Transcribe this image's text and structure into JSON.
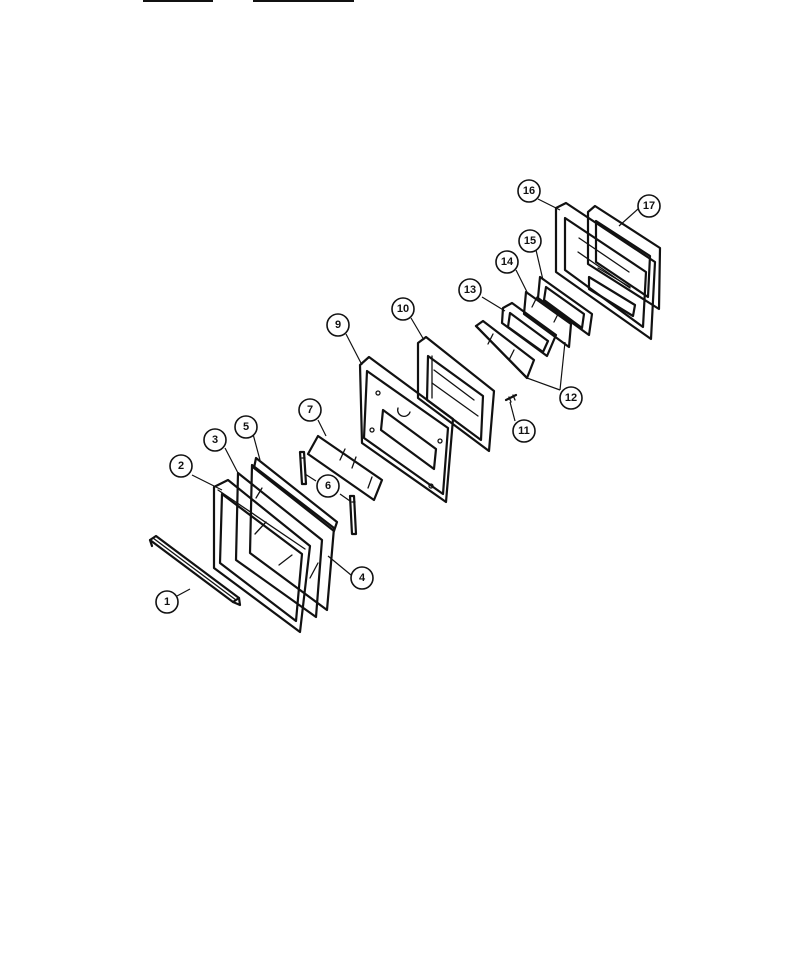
{
  "callouts": [
    {
      "id": "1",
      "label": "1"
    },
    {
      "id": "2",
      "label": "2"
    },
    {
      "id": "3",
      "label": "3"
    },
    {
      "id": "4",
      "label": "4"
    },
    {
      "id": "5",
      "label": "5"
    },
    {
      "id": "6",
      "label": "6"
    },
    {
      "id": "7",
      "label": "7"
    },
    {
      "id": "9",
      "label": "9"
    },
    {
      "id": "10",
      "label": "10"
    },
    {
      "id": "11",
      "label": "11"
    },
    {
      "id": "12",
      "label": "12"
    },
    {
      "id": "13",
      "label": "13"
    },
    {
      "id": "14",
      "label": "14"
    },
    {
      "id": "15",
      "label": "15"
    },
    {
      "id": "16",
      "label": "16"
    },
    {
      "id": "17",
      "label": "17"
    }
  ]
}
